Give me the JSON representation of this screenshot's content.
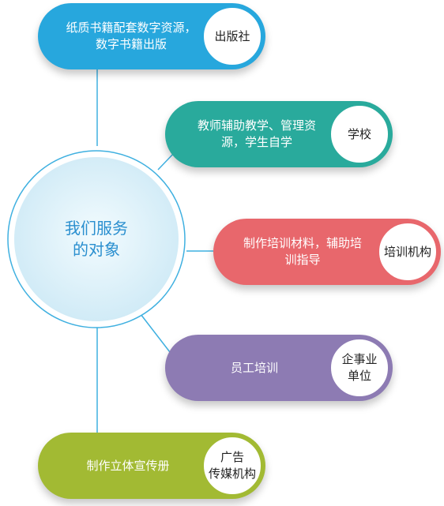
{
  "center": {
    "label": "我们服务\n的对象",
    "fill_color": "#d9f0fa",
    "ring_color": "#3fb0e0"
  },
  "items": [
    {
      "label": "纸质书籍配套数字资源，\n数字书籍出版",
      "badge": "出版社",
      "color": "#27a7dd"
    },
    {
      "label": "教师辅助教学、管理资\n源，学生自学",
      "badge": "学校",
      "color": "#29aa9c"
    },
    {
      "label": "制作培训材料，辅助培\n训指导",
      "badge": "培训机构",
      "color": "#e8676c"
    },
    {
      "label": "员工培训",
      "badge": "企事业\n单位",
      "color": "#8d7bb3"
    },
    {
      "label": "制作立体宣传册",
      "badge": "广告\n传媒机构",
      "color": "#a2ba33"
    }
  ],
  "connector_color": "#3fb0e0"
}
